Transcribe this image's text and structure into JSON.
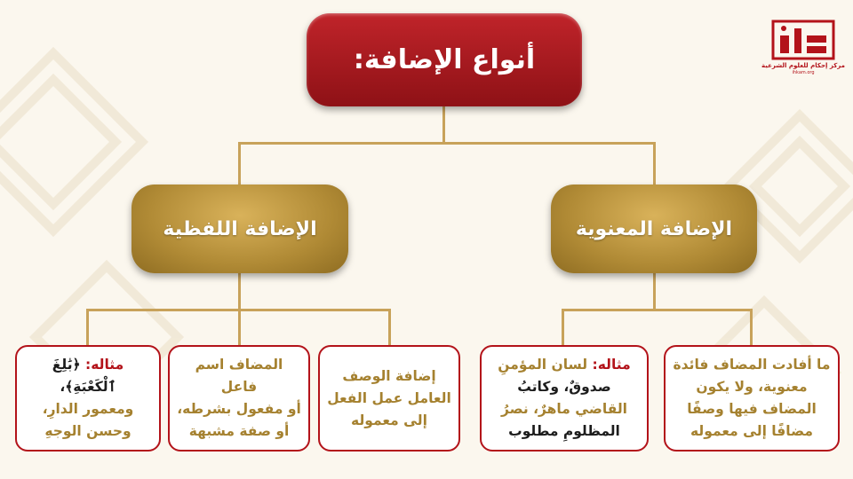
{
  "logo": {
    "name": "إحكام",
    "subtitle": "مركز إحكام للعلوم الشرعية",
    "url": "ihkam.org"
  },
  "title": "أنواع الإضافة:",
  "branches": {
    "right": {
      "label": "الإضافة المعنوية",
      "leaves": [
        {
          "lines": [
            "ما أفادت المضاف فائدة",
            "معنوية، ولا يكون",
            "المضاف فيها وصفًا",
            "مضافًا إلى معموله"
          ]
        },
        {
          "label": "مثاله:",
          "lines": [
            "لسان المؤمنِ",
            "صدوقٌ، وكاتبُ",
            "القاضي ماهرٌ، نصرُ",
            "المظلومِ مطلوب"
          ]
        }
      ]
    },
    "left": {
      "label": "الإضافة اللفظية",
      "leaves": [
        {
          "lines": [
            "إضافة الوصف",
            "العامل عمل الفعل",
            "إلى معموله"
          ]
        },
        {
          "lines": [
            "المضاف اسم فاعل",
            "أو مفعول بشرطه،",
            "أو صفة مشبهة"
          ]
        },
        {
          "label": "مثاله:",
          "lines": [
            "﴿بَٰلِغَ ٱلْكَعْبَةِ﴾،",
            "ومعمور الدارِ،",
            "وحسن الوجهِ"
          ]
        }
      ]
    }
  },
  "colors": {
    "red": "#b3131a",
    "gold": "#a5812f",
    "connector": "#c8a25a"
  }
}
